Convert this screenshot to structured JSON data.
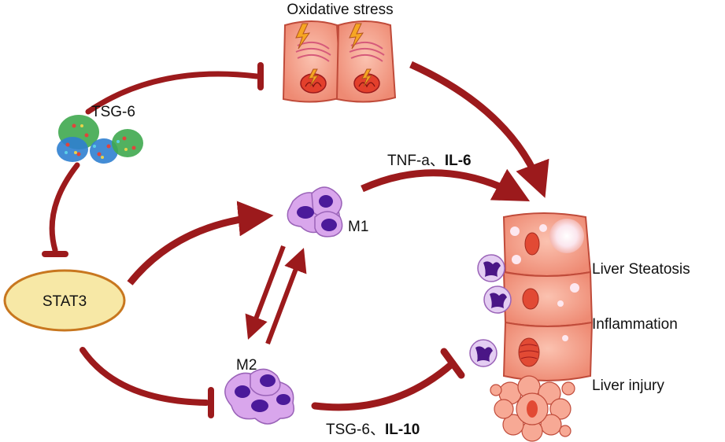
{
  "labels": {
    "oxidative_stress": "Oxidative stress",
    "tsg6": "TSG-6",
    "stat3": "STAT3",
    "m1": "M1",
    "m2": "M2",
    "tnf_il6_prefix": "TNF-a、",
    "tnf_il6_bold": "IL-6",
    "tsg6_il10_prefix": "TSG-6、",
    "tsg6_il10_bold": "IL-10",
    "liver_steatosis": "Liver Steatosis",
    "inflammation": "Inflammation",
    "liver_injury": "Liver injury"
  },
  "colors": {
    "arrow": "#9c1a1c",
    "stat3_fill": "#f7e8a6",
    "stat3_border": "#c8771f",
    "macrophage": "#d9a6ec",
    "macrophage_nucleus": "#4b1a9a",
    "liver_cell": "#f49b85",
    "neutrophil_nucleus": "#4a1686"
  }
}
